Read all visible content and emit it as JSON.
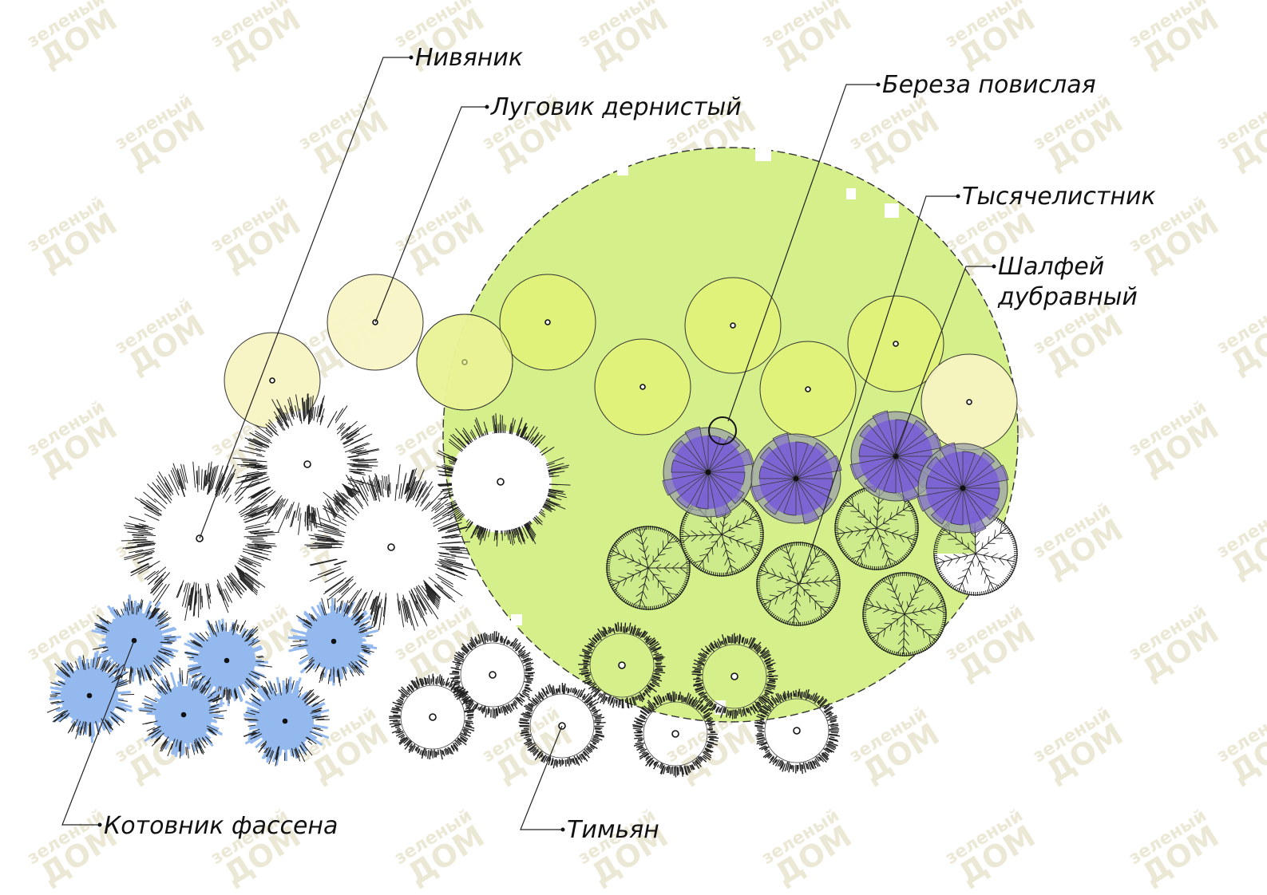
{
  "plants": {
    "niviannik": "Нивяник",
    "lugovik": "Луговик дернистый",
    "bereza": "Береза повислая",
    "tysyachelistnik": "Тысячелистник",
    "shalfei_line1": "Шалфей",
    "shalfei_line2": "дубравный",
    "kotovnik": "Котовник фассена",
    "timian": "Тимьян"
  },
  "watermark": {
    "line1": "зеленый",
    "line2": "ДОМ"
  },
  "colors": {
    "lawn": "#d5f08a",
    "lugovik": "#f7f4c3",
    "lugovik_on_lawn": "#e1f27a",
    "shalfei": "#7a60d6",
    "kotovnik": "#93b9ee",
    "achillea_leaf": "#cdeb8b"
  }
}
